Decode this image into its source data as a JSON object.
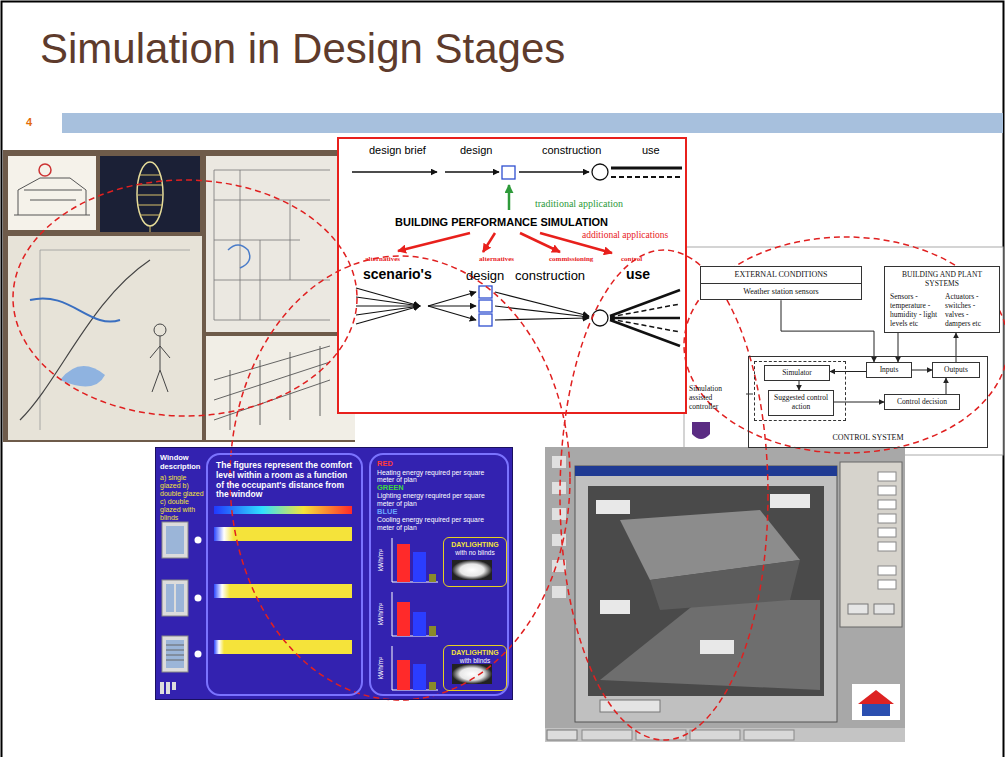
{
  "diagram": {
    "title": "Simulation in Design Stages",
    "nodes": [
      {
        "text": [
          "design brief",
          "design",
          "construction",
          "use",
          "traditional application",
          "BUILDING PERFORMANCE SIMULATION",
          "additional applications",
          "alternatives",
          "alternatives",
          "commissioning",
          "control",
          "scenario's",
          "design",
          "construction",
          "use"
        ]
      },
      {
        "text": [
          "EXTERNAL CONDITIONS",
          "Weather station sensors"
        ]
      },
      {
        "text": [
          "BUILDING AND PLANT SYSTEMS",
          "Sensors - temperature - humidity - light levels etc",
          "Actuators - switches - valves - dampers etc"
        ]
      },
      {
        "text": [
          "CONTROL SYSTEM"
        ]
      },
      {
        "text": [
          "Simulation assisted controller"
        ],
        "in": 3
      },
      {
        "text": [
          "Simulator"
        ],
        "in": 4
      },
      {
        "text": [
          "Suggested control action"
        ],
        "in": 4
      },
      {
        "text": [
          "Inputs"
        ],
        "in": 3
      },
      {
        "text": [
          "Outputs"
        ],
        "in": 3
      },
      {
        "text": [
          "Control decision"
        ],
        "in": 3
      },
      {
        "text": [
          "Window description",
          "a) single glazed b) double glazed c) double glazed with blinds"
        ]
      },
      {
        "text": [
          "The figures represent the comfort level within a room as a function of the occupant's distance from the window"
        ],
        "in": 10
      },
      {
        "text": [
          "RED",
          "Heating energy required per square meter of plan",
          "GREEN",
          "Lighting energy required per square meter of plan",
          "BLUE",
          "Cooling energy required per square meter of plan"
        ],
        "in": 10
      },
      {
        "text": [
          "DAYLIGHTING",
          "with no blinds"
        ],
        "in": 12
      },
      {
        "text": [
          "DAYLIGHTING",
          "with blinds"
        ],
        "in": 12
      }
    ],
    "edges": [
      {
        "from": 1,
        "to": 7,
        "arrow": "to"
      },
      {
        "from": 2,
        "to": 7,
        "arrow": "to"
      },
      {
        "from": 8,
        "to": 2,
        "arrow": "to"
      },
      {
        "from": 7,
        "to": 5,
        "arrow": "to"
      },
      {
        "from": 5,
        "to": 6,
        "arrow": "to"
      },
      {
        "from": 6,
        "to": 9,
        "arrow": "to"
      },
      {
        "from": 7,
        "to": 8,
        "arrow": "to"
      },
      {
        "from": 9,
        "to": 8,
        "arrow": "to"
      }
    ],
    "labels": [
      "4",
      "kWh/m²",
      "kWh/m²",
      "kWh/m²"
    ]
  }
}
